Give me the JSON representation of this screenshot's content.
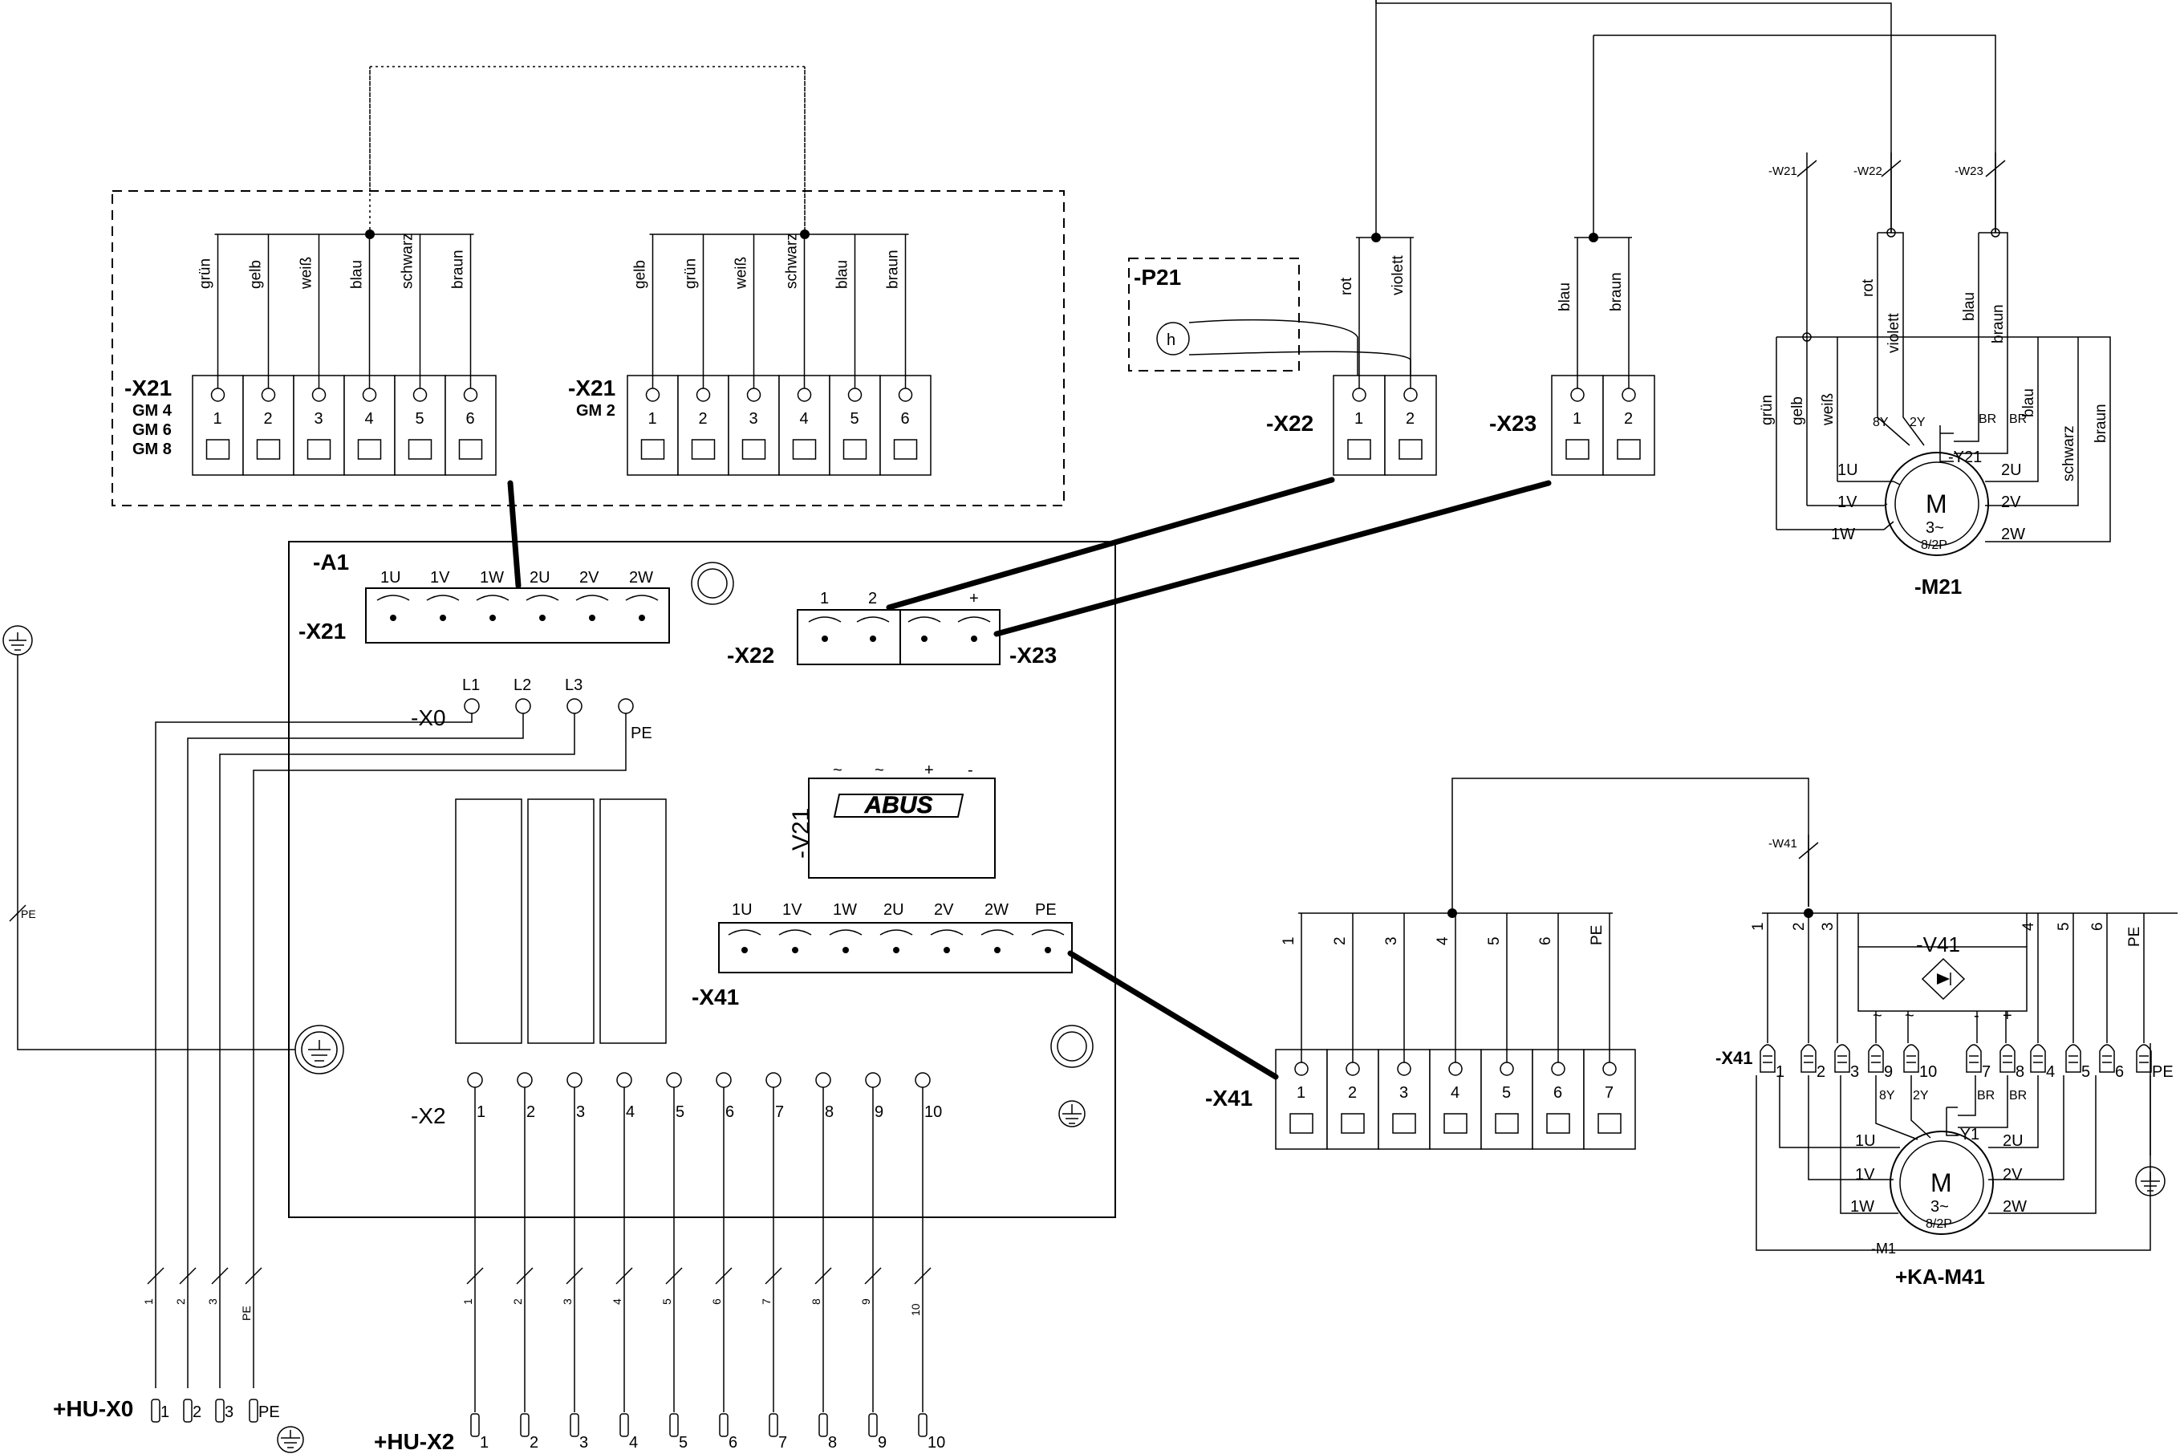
{
  "x21_left": {
    "tag": "-X21",
    "sub": [
      "GM 4",
      "GM 6",
      "GM 8"
    ],
    "wires": [
      "grün",
      "gelb",
      "weiß",
      "blau",
      "schwarz",
      "braun"
    ],
    "pins": [
      "1",
      "2",
      "3",
      "4",
      "5",
      "6"
    ]
  },
  "x21_mid": {
    "tag": "-X21",
    "sub": [
      "GM 2"
    ],
    "wires": [
      "gelb",
      "grün",
      "weiß",
      "schwarz",
      "blau",
      "braun"
    ],
    "pins": [
      "1",
      "2",
      "3",
      "4",
      "5",
      "6"
    ]
  },
  "p21": {
    "tag": "-P21",
    "symbol": "h"
  },
  "x22_top": {
    "tag": "-X22",
    "wires": [
      "rot",
      "violett"
    ],
    "pins": [
      "1",
      "2"
    ]
  },
  "x23_top": {
    "tag": "-X23",
    "wires": [
      "blau",
      "braun"
    ],
    "pins": [
      "1",
      "2"
    ]
  },
  "m21": {
    "tag": "-M21",
    "cables": [
      "-W21",
      "-W22",
      "-W23"
    ],
    "wires": [
      "grün",
      "gelb",
      "weiß",
      "rot",
      "violett",
      "blau",
      "braun",
      "blau",
      "schwarz",
      "braun"
    ],
    "coil": [
      "8Y",
      "2Y"
    ],
    "brake": [
      "BR",
      "BR"
    ],
    "brake_tag": "-Y21",
    "left_terms": [
      "1U",
      "1V",
      "1W"
    ],
    "right_terms": [
      "2U",
      "2V",
      "2W"
    ],
    "motor": [
      "M",
      "3~",
      "8/2P"
    ]
  },
  "a1": {
    "tag": "-A1",
    "x21": {
      "tag": "-X21",
      "pins": [
        "1U",
        "1V",
        "1W",
        "2U",
        "2V",
        "2W"
      ]
    },
    "x22": {
      "tag": "-X22",
      "pins": [
        "1",
        "2"
      ]
    },
    "x23": {
      "tag": "-X23",
      "pins": [
        "-",
        "+"
      ]
    },
    "x0": {
      "tag": "-X0",
      "pins": [
        "L1",
        "L2",
        "L3",
        "PE"
      ]
    },
    "v21": {
      "tag": "-V21",
      "pins": [
        "~",
        "~",
        "+",
        "-"
      ],
      "logo": "ABUS"
    },
    "x41": {
      "tag": "-X41",
      "pins": [
        "1U",
        "1V",
        "1W",
        "2U",
        "2V",
        "2W",
        "PE"
      ]
    },
    "x2": {
      "tag": "-X2",
      "pins": [
        "1",
        "2",
        "3",
        "4",
        "5",
        "6",
        "7",
        "8",
        "9",
        "10"
      ]
    }
  },
  "pe_label": "PE",
  "hu_x0": {
    "tag": "+HU-X0",
    "pins": [
      "1",
      "2",
      "3",
      "PE"
    ],
    "wire_marks": [
      "1",
      "2",
      "3",
      "PE"
    ]
  },
  "hu_x2": {
    "tag": "+HU-X2",
    "pins": [
      "1",
      "2",
      "3",
      "4",
      "5",
      "6",
      "7",
      "8",
      "9",
      "10"
    ],
    "wire_marks": [
      "1",
      "2",
      "3",
      "4",
      "5",
      "6",
      "7",
      "8",
      "9",
      "10"
    ]
  },
  "x41_mid": {
    "tag": "-X41",
    "wires": [
      "1",
      "2",
      "3",
      "4",
      "5",
      "6",
      "PE"
    ],
    "pins": [
      "1",
      "2",
      "3",
      "4",
      "5",
      "6",
      "7"
    ]
  },
  "m41": {
    "tag": "+KA-M41",
    "cable": "-W41",
    "wires": [
      "1",
      "2",
      "3",
      "4",
      "5",
      "6",
      "PE"
    ],
    "rectifier": "-V41",
    "rect_pins": [
      "~",
      "~",
      "-",
      "+"
    ],
    "strip_tag": "-X41",
    "strip": [
      "1",
      "2",
      "3",
      "9",
      "10",
      "7",
      "8",
      "4",
      "5",
      "6",
      "PE"
    ],
    "coil": [
      "8Y",
      "2Y"
    ],
    "brake": [
      "BR",
      "BR"
    ],
    "brake_tag": "-Y1",
    "left_terms": [
      "1U",
      "1V",
      "1W"
    ],
    "right_terms": [
      "2U",
      "2V",
      "2W"
    ],
    "motor": [
      "M",
      "3~",
      "8/2P"
    ],
    "motor_tag": "-M1"
  }
}
